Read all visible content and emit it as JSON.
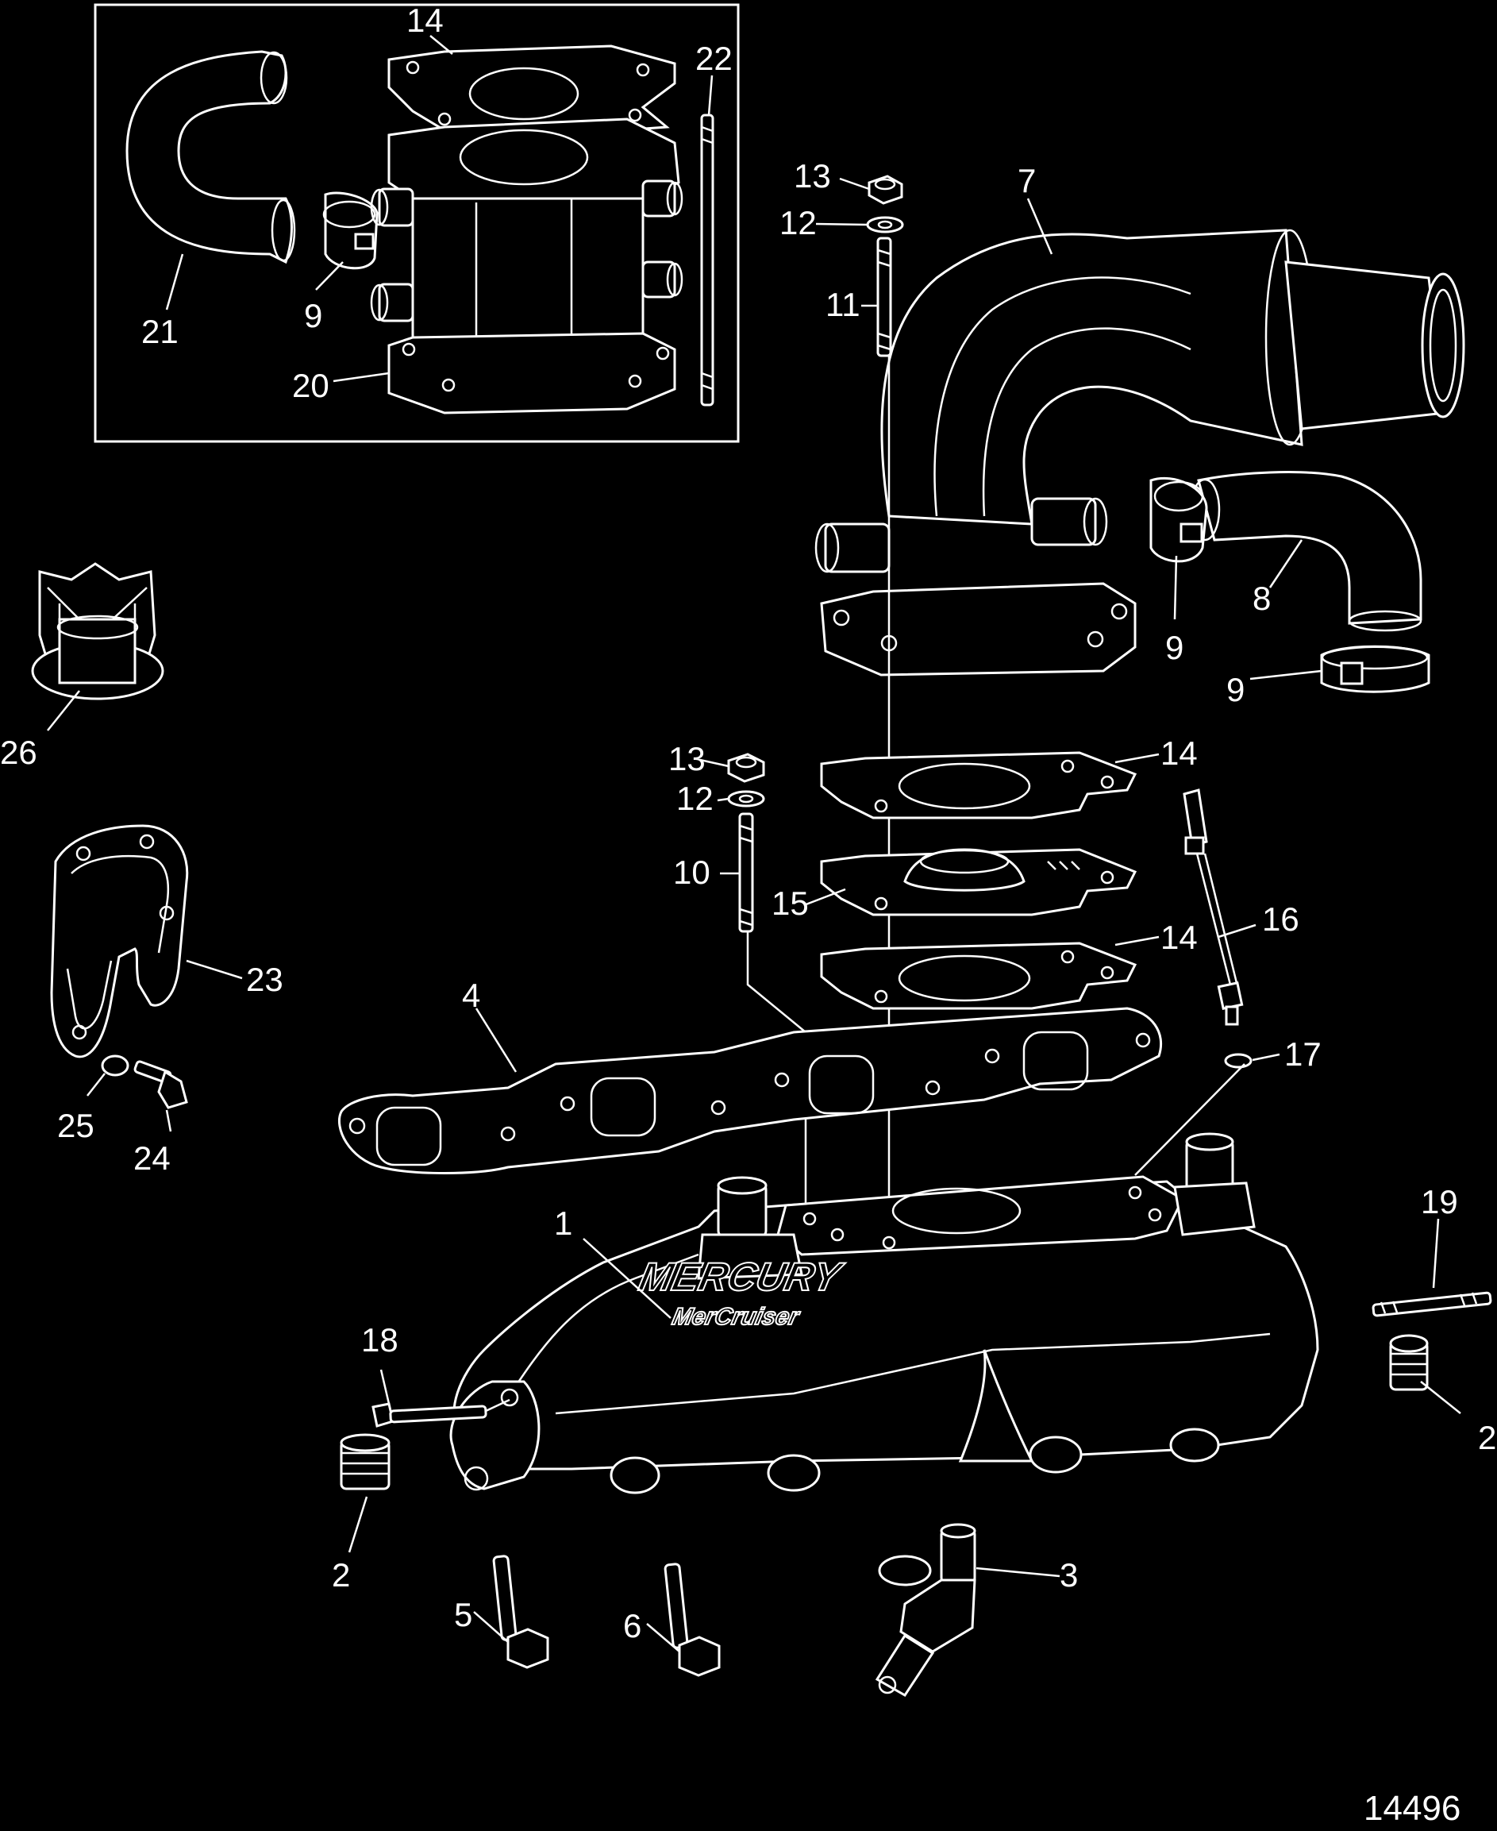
{
  "diagram": {
    "document_number": "14496",
    "brand_text": "MERCURY",
    "brand_subtext": "MerCruiser",
    "callouts": [
      {
        "id": "c14a",
        "label": "14"
      },
      {
        "id": "c22",
        "label": "22"
      },
      {
        "id": "c21",
        "label": "21"
      },
      {
        "id": "c9a",
        "label": "9"
      },
      {
        "id": "c20",
        "label": "20"
      },
      {
        "id": "c13a",
        "label": "13"
      },
      {
        "id": "c12a",
        "label": "12"
      },
      {
        "id": "c11",
        "label": "11"
      },
      {
        "id": "c7",
        "label": "7"
      },
      {
        "id": "c8",
        "label": "8"
      },
      {
        "id": "c9b",
        "label": "9"
      },
      {
        "id": "c9c",
        "label": "9"
      },
      {
        "id": "c26",
        "label": "26"
      },
      {
        "id": "c13b",
        "label": "13"
      },
      {
        "id": "c12b",
        "label": "12"
      },
      {
        "id": "c14b",
        "label": "14"
      },
      {
        "id": "c10",
        "label": "10"
      },
      {
        "id": "c15",
        "label": "15"
      },
      {
        "id": "c14c",
        "label": "14"
      },
      {
        "id": "c16",
        "label": "16"
      },
      {
        "id": "c23",
        "label": "23"
      },
      {
        "id": "c4",
        "label": "4"
      },
      {
        "id": "c17",
        "label": "17"
      },
      {
        "id": "c25",
        "label": "25"
      },
      {
        "id": "c24",
        "label": "24"
      },
      {
        "id": "c1",
        "label": "1"
      },
      {
        "id": "c19",
        "label": "19"
      },
      {
        "id": "c18",
        "label": "18"
      },
      {
        "id": "c2a",
        "label": "2"
      },
      {
        "id": "c2b",
        "label": "2"
      },
      {
        "id": "c3",
        "label": "3"
      },
      {
        "id": "c5",
        "label": "5"
      },
      {
        "id": "c6",
        "label": "6"
      }
    ]
  }
}
